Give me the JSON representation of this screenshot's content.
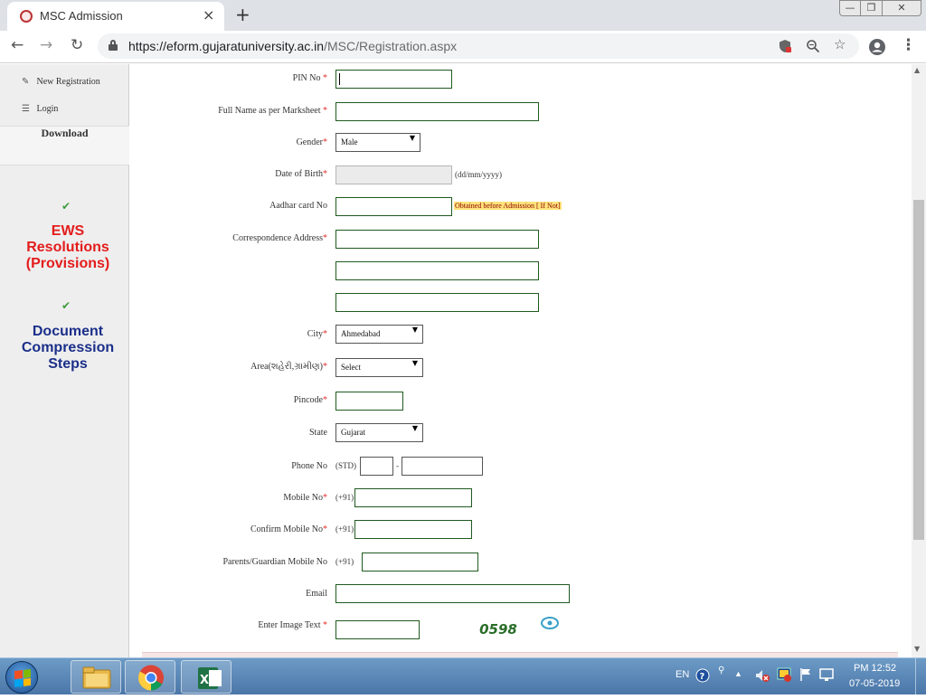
{
  "browser": {
    "tab_title": "MSC Admission",
    "tab_close": "×",
    "new_tab": "+",
    "url_host": "https://eform.gujaratuniversity.ac.in",
    "url_path": "/MSC/Registration.aspx",
    "window_min": "—",
    "window_max": "❐",
    "window_close": "✕",
    "nav_back": "←",
    "nav_forward": "→",
    "nav_reload": "↻",
    "star": "☆",
    "zoom": "⚲",
    "menu": "⋮"
  },
  "sidebar": {
    "new_registration": "New Registration",
    "login": "Login",
    "download": "Download",
    "check": "✔",
    "ews": [
      "EWS",
      "Resolutions",
      "(Provisions)"
    ],
    "doc": [
      "Document",
      "Compression",
      "Steps"
    ]
  },
  "form": {
    "pin_label": "PIN No",
    "full_name_label": "Full Name as per Marksheet",
    "gender_label": "Gender",
    "gender_value": "Male",
    "dob_label": "Date of Birth",
    "dob_hint": "(dd/mm/yyyy)",
    "aadhar_label": "Aadhar card No",
    "aadhar_note": "Obtained before Admission [ If Not]",
    "address_label": "Correspondence Address",
    "city_label": "City",
    "city_value": "Ahmedabad",
    "area_label": "Area(શહેરી,ગ્રામીણ)",
    "area_value": "Select",
    "pincode_label": "Pincode",
    "state_label": "State",
    "state_value": "Gujarat",
    "phone_label": "Phone No",
    "phone_std": "(STD)",
    "phone_dash": "-",
    "mobile_label": "Mobile No",
    "confirm_mobile_label": "Confirm Mobile No",
    "parent_mobile_label": "Parents/Guardian Mobile No",
    "mobile_prefix": "(+91)",
    "email_label": "Email",
    "captcha_label": "Enter Image Text",
    "captcha_text": "0598",
    "required_mark": "*",
    "dropdown_arrow": "▼"
  },
  "taskbar": {
    "lang": "EN",
    "time": "PM 12:52",
    "date": "07-05-2019"
  }
}
